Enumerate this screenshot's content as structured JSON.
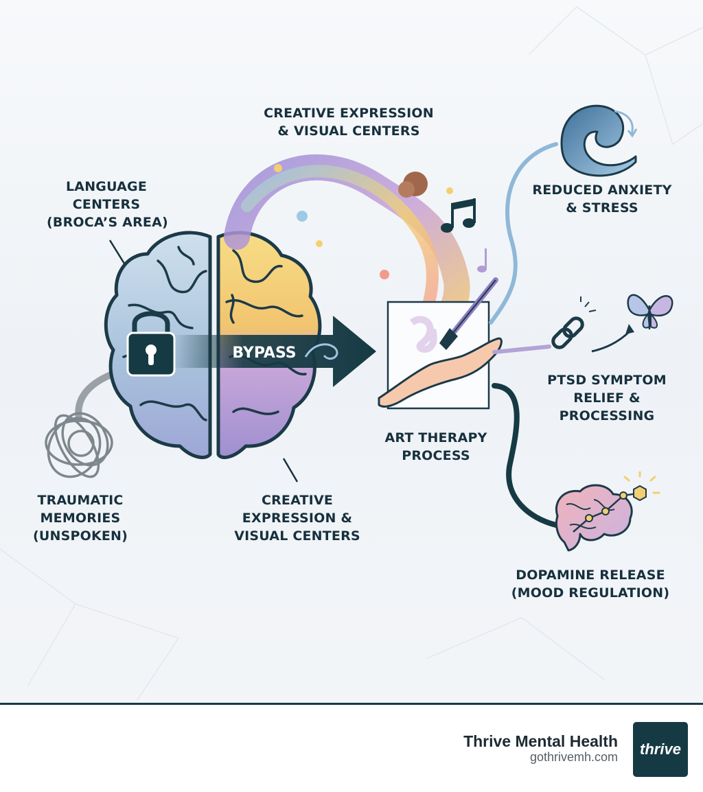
{
  "diagram": {
    "left_brain_label": [
      "LANGUAGE",
      "CENTERS",
      "(BROCA’S AREA)"
    ],
    "top_label": [
      "CREATIVE EXPRESSION",
      "& VISUAL CENTERS"
    ],
    "right_brain_label": [
      "CREATIVE",
      "EXPRESSION &",
      "VISUAL CENTERS"
    ],
    "memories_label": [
      "TRAUMATIC",
      "MEMORIES",
      "(UNSPOKEN)"
    ],
    "bypass_label": "BYPASS",
    "process_label": [
      "ART THERAPY",
      "PROCESS"
    ],
    "outcomes": [
      {
        "lines": [
          "REDUCED ANXIETY",
          "& STRESS"
        ],
        "icon": "wave-icon"
      },
      {
        "lines": [
          "PTSD SYMPTOM",
          "RELIEF &",
          "PROCESSING"
        ],
        "icon": "broken-chain-butterfly-icon"
      },
      {
        "lines": [
          "DOPAMINE RELEASE",
          "(MOOD REGULATION)"
        ],
        "icon": "brain-network-icon"
      }
    ],
    "colors": {
      "outline": "#1c3a48",
      "left_brain": "#a9c3dc",
      "right_brain_top": "#f3cf72",
      "right_brain_bottom": "#b39bd4",
      "arrow": "#163a44",
      "anxiety_connector": "#8fb8d8",
      "ptsd_connector": "#b3a3d6",
      "dopamine_connector": "#163a44"
    }
  },
  "footer": {
    "brand_name": "Thrive Mental Health",
    "url": "gothrivemh.com",
    "logo_text": "thrive"
  }
}
